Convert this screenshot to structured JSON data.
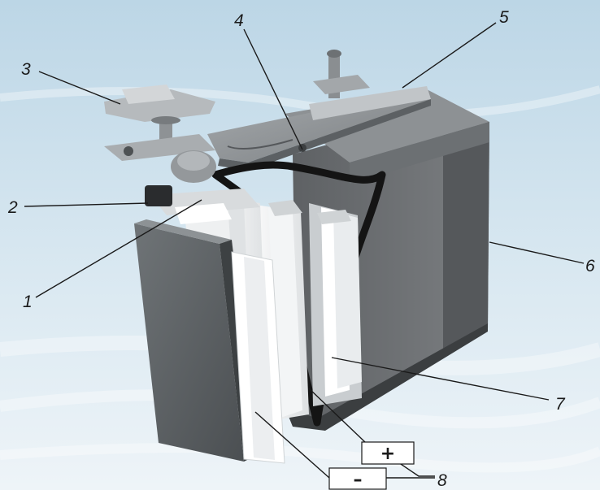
{
  "figure": {
    "callouts": [
      "1",
      "2",
      "3",
      "4",
      "5",
      "6",
      "7",
      "8"
    ],
    "polarity": {
      "positive": "+",
      "negative": "–"
    }
  }
}
